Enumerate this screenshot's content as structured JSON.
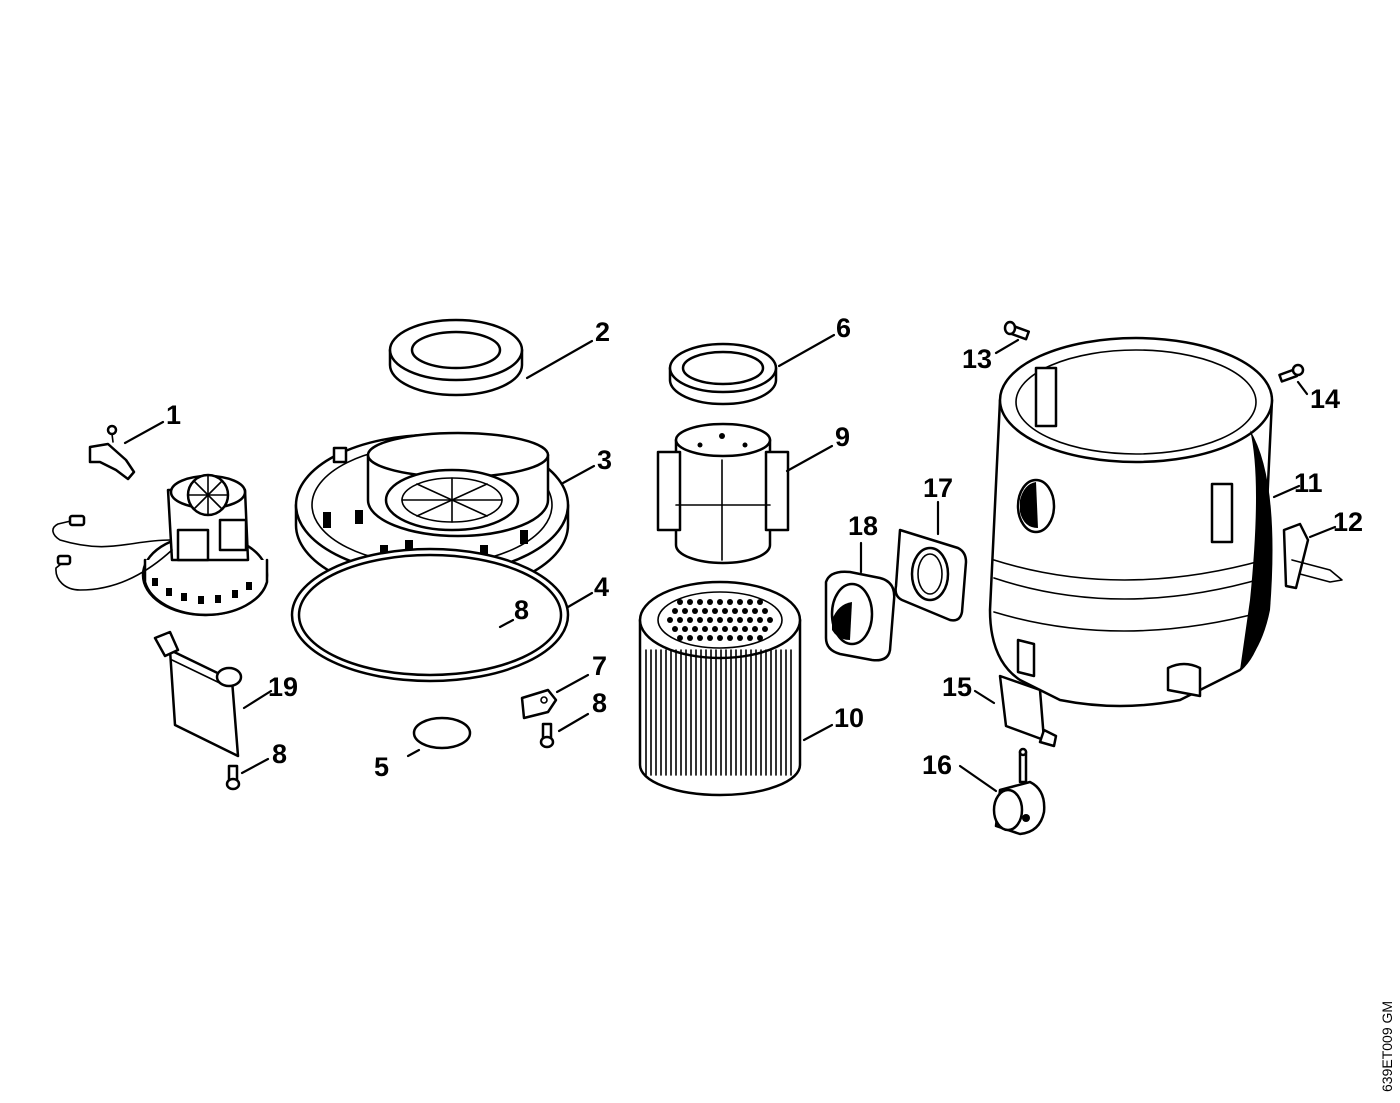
{
  "diagram": {
    "reference_code": "639ET009 GM",
    "callouts": {
      "c1": "1",
      "c2": "2",
      "c3": "3",
      "c4": "4",
      "c5": "5",
      "c6": "6",
      "c7": "7",
      "c8a": "8",
      "c8b": "8",
      "c8c": "8",
      "c9": "9",
      "c10": "10",
      "c11": "11",
      "c12": "12",
      "c13": "13",
      "c14": "14",
      "c15": "15",
      "c16": "16",
      "c17": "17",
      "c18": "18",
      "c19": "19"
    }
  }
}
